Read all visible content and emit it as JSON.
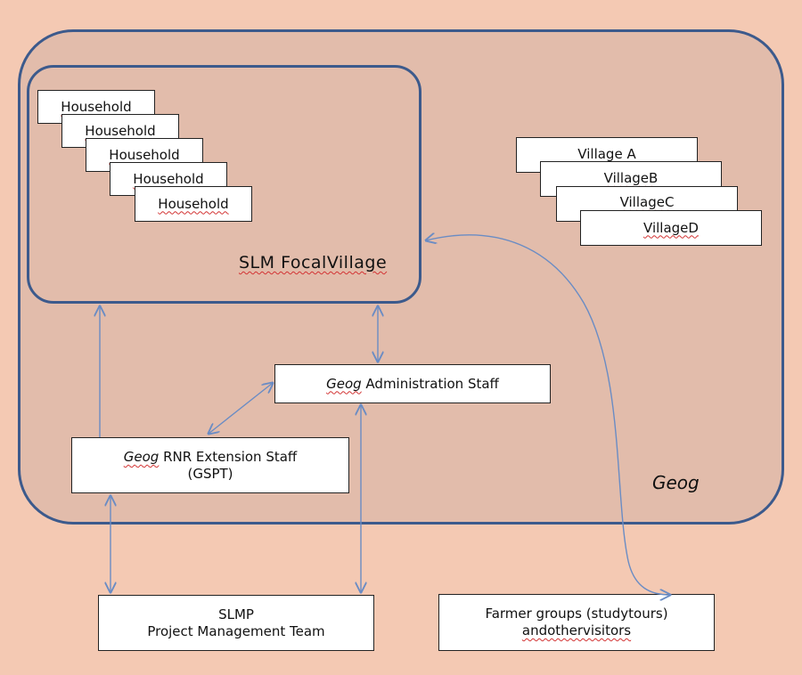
{
  "diagram": {
    "geog_region_label": "Geog",
    "focal_village_label": "SLM FocalVillage",
    "households": [
      "Household",
      "Household",
      "Household",
      "Household",
      "Household"
    ],
    "villages": [
      "Village  A",
      "VillageB",
      "VillageC",
      "VillageD"
    ],
    "admin_staff": {
      "geog_word": "Geog",
      "rest": " Administration  Staff"
    },
    "rnr_staff": {
      "geog_word": "Geog",
      "rest": " RNR  Extension  Staff",
      "line2": "(GSPT)"
    },
    "slmp": {
      "line1": "SLMP",
      "line2": "Project  Management  Team"
    },
    "farmer_groups": {
      "line1": "Farmer  groups  (studytours)",
      "line2": "andothervisitors"
    }
  },
  "colors": {
    "background": "#f4c9b3",
    "region_fill": "#e2bcab",
    "region_border": "#3c5a8c",
    "connector": "#6a8cc4"
  }
}
